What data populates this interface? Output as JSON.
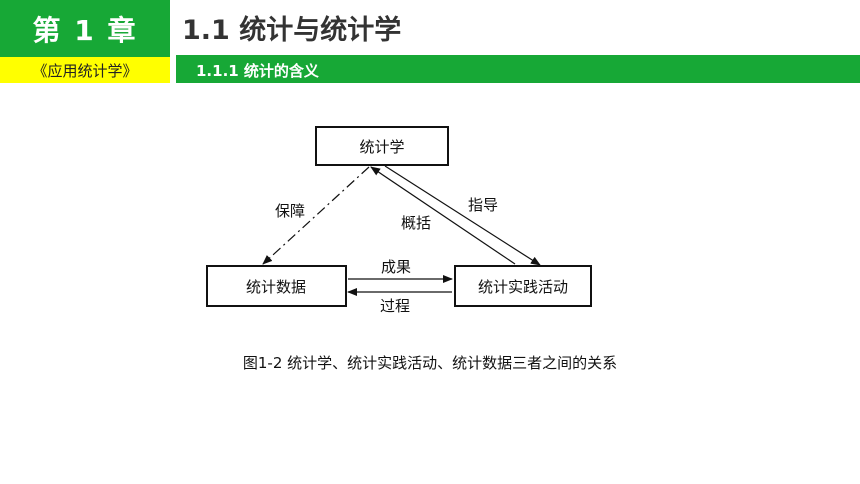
{
  "header": {
    "chapter": "第 1 章",
    "book": "《应用统计学》",
    "section": "1.1 统计与统计学",
    "subsection": "1.1.1  统计的含义"
  },
  "colors": {
    "brand_green": "#17a836",
    "highlight_yellow": "#ffff00"
  },
  "diagram": {
    "nodes": {
      "statistics": "统计学",
      "data": "统计数据",
      "practice": "统计实践活动"
    },
    "edges": {
      "guarantee": "保障",
      "generalize": "概括",
      "guide": "指导",
      "result": "成果",
      "process": "过程"
    }
  },
  "caption": "图1-2  统计学、统计实践活动、统计数据三者之间的关系"
}
